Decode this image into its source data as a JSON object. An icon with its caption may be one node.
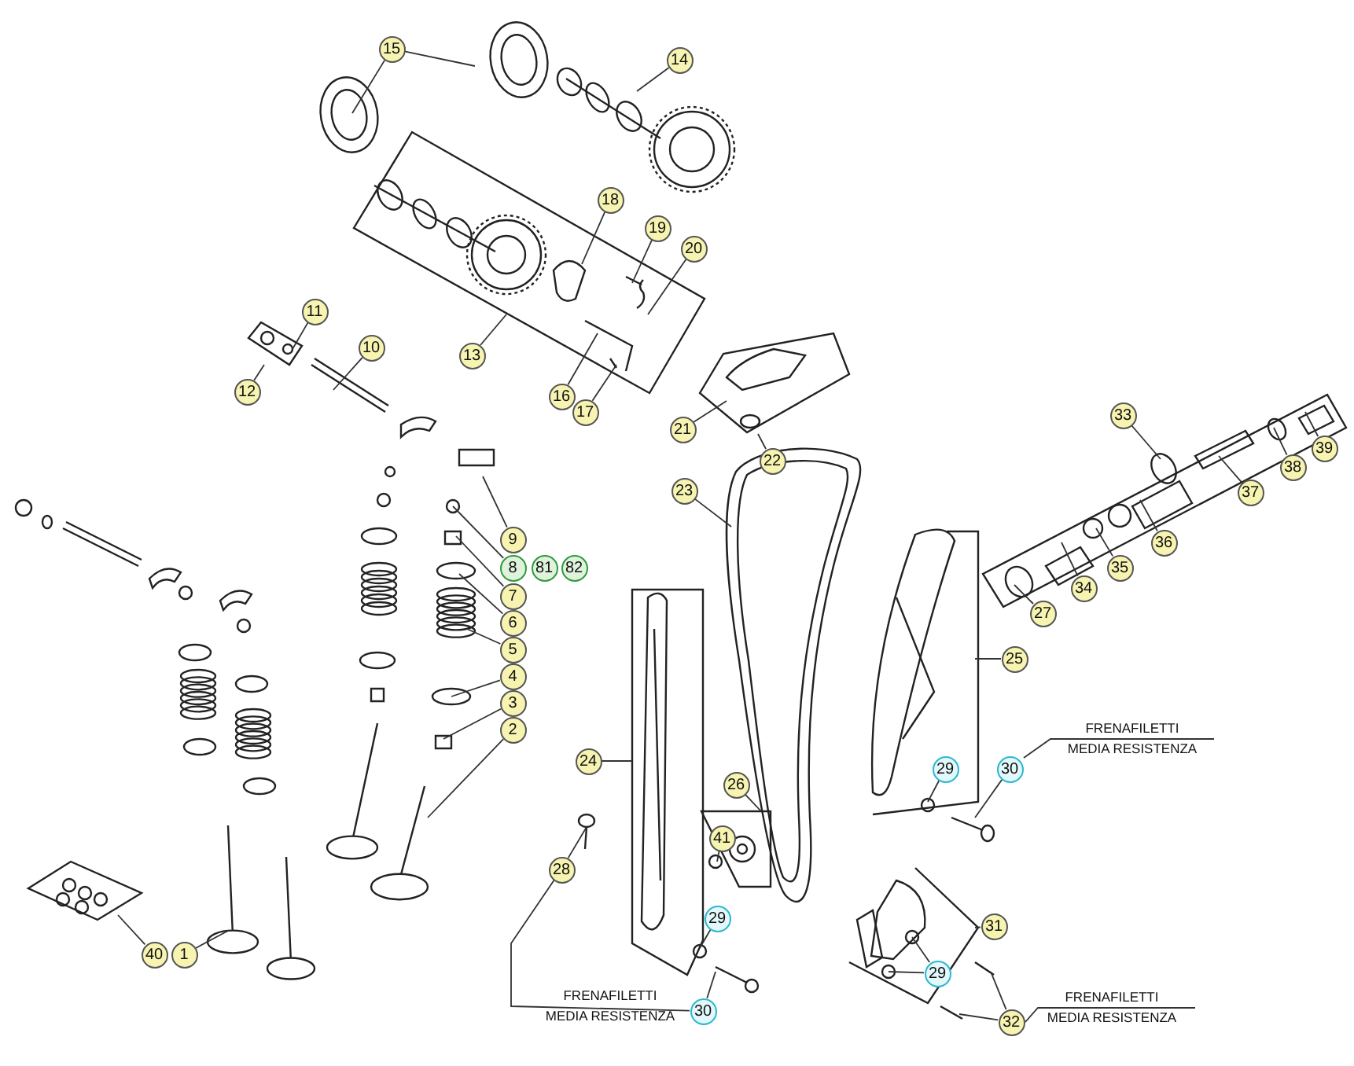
{
  "diagram": {
    "nodes": [
      {
        "text": [
          "15"
        ]
      },
      {
        "text": [
          "14"
        ]
      },
      {
        "text": [
          "18"
        ]
      },
      {
        "text": [
          "19"
        ]
      },
      {
        "text": [
          "20"
        ]
      },
      {
        "text": [
          "11"
        ]
      },
      {
        "text": [
          "10"
        ]
      },
      {
        "text": [
          "13"
        ]
      },
      {
        "text": [
          "12"
        ]
      },
      {
        "text": [
          "16"
        ]
      },
      {
        "text": [
          "17"
        ]
      },
      {
        "text": [
          "33"
        ]
      },
      {
        "text": [
          "21"
        ]
      },
      {
        "text": [
          "39"
        ]
      },
      {
        "text": [
          "22"
        ]
      },
      {
        "text": [
          "38"
        ]
      },
      {
        "text": [
          "23"
        ]
      },
      {
        "text": [
          "37"
        ]
      },
      {
        "text": [
          "9"
        ]
      },
      {
        "text": [
          "36"
        ]
      },
      {
        "text": [
          "8"
        ]
      },
      {
        "text": [
          "35"
        ]
      },
      {
        "text": [
          "34"
        ]
      },
      {
        "text": [
          "7"
        ]
      },
      {
        "text": [
          "27"
        ]
      },
      {
        "text": [
          "6"
        ]
      },
      {
        "text": [
          "5"
        ]
      },
      {
        "text": [
          "25"
        ]
      },
      {
        "text": [
          "4"
        ]
      },
      {
        "text": [
          "3"
        ]
      },
      {
        "text": [
          "2"
        ]
      },
      {
        "text": [
          "24"
        ]
      },
      {
        "text": [
          "29"
        ]
      },
      {
        "text": [
          "30"
        ]
      },
      {
        "text": [
          "26"
        ]
      },
      {
        "text": [
          "41"
        ]
      },
      {
        "text": [
          "28"
        ]
      },
      {
        "text": [
          "29"
        ]
      },
      {
        "text": [
          "31"
        ]
      },
      {
        "text": [
          "40"
        ]
      },
      {
        "text": [
          "1"
        ]
      },
      {
        "text": [
          "29"
        ]
      },
      {
        "text": [
          "30"
        ]
      },
      {
        "text": [
          "32"
        ]
      },
      {
        "text": [
          "81"
        ]
      },
      {
        "text": [
          "82"
        ]
      }
    ],
    "edges": [
      {
        "from": 0,
        "to": null,
        "arrow": "none"
      },
      {
        "from": 0,
        "to": null,
        "arrow": "none"
      },
      {
        "from": 1,
        "to": null,
        "arrow": "none"
      },
      {
        "from": 2,
        "to": null,
        "arrow": "none"
      },
      {
        "from": 3,
        "to": null,
        "arrow": "none"
      },
      {
        "from": 4,
        "to": null,
        "arrow": "none"
      },
      {
        "from": 5,
        "to": null,
        "arrow": "none"
      },
      {
        "from": 6,
        "to": null,
        "arrow": "none"
      },
      {
        "from": 7,
        "to": null,
        "arrow": "none"
      },
      {
        "from": 8,
        "to": null,
        "arrow": "none"
      },
      {
        "from": 9,
        "to": null,
        "arrow": "none"
      },
      {
        "from": 10,
        "to": null,
        "arrow": "none"
      },
      {
        "from": 11,
        "to": null,
        "arrow": "none"
      },
      {
        "from": 12,
        "to": null,
        "arrow": "none"
      },
      {
        "from": 13,
        "to": null,
        "arrow": "none"
      },
      {
        "from": 14,
        "to": null,
        "arrow": "none"
      },
      {
        "from": 15,
        "to": null,
        "arrow": "none"
      },
      {
        "from": 16,
        "to": null,
        "arrow": "none"
      },
      {
        "from": 17,
        "to": null,
        "arrow": "none"
      },
      {
        "from": 18,
        "to": null,
        "arrow": "none"
      },
      {
        "from": 19,
        "to": null,
        "arrow": "none"
      },
      {
        "from": 20,
        "to": null,
        "arrow": "none"
      },
      {
        "from": 21,
        "to": null,
        "arrow": "none"
      },
      {
        "from": 22,
        "to": null,
        "arrow": "none"
      },
      {
        "from": 23,
        "to": null,
        "arrow": "none"
      },
      {
        "from": 24,
        "to": null,
        "arrow": "none"
      },
      {
        "from": 25,
        "to": null,
        "arrow": "none"
      },
      {
        "from": 26,
        "to": null,
        "arrow": "none"
      },
      {
        "from": 27,
        "to": null,
        "arrow": "none"
      },
      {
        "from": 28,
        "to": null,
        "arrow": "none"
      },
      {
        "from": 29,
        "to": null,
        "arrow": "none"
      },
      {
        "from": 30,
        "to": null,
        "arrow": "none"
      },
      {
        "from": 31,
        "to": null,
        "arrow": "none"
      },
      {
        "from": 32,
        "to": null,
        "arrow": "none"
      },
      {
        "from": 33,
        "to": null,
        "arrow": "none"
      },
      {
        "from": 34,
        "to": null,
        "arrow": "none"
      },
      {
        "from": 35,
        "to": null,
        "arrow": "none"
      },
      {
        "from": 36,
        "to": null,
        "arrow": "none"
      },
      {
        "from": 36,
        "to": 42,
        "arrow": "none"
      },
      {
        "from": 37,
        "to": null,
        "arrow": "none"
      },
      {
        "from": 38,
        "to": null,
        "arrow": "none"
      },
      {
        "from": 39,
        "to": null,
        "arrow": "none"
      },
      {
        "from": 40,
        "to": null,
        "arrow": "none"
      },
      {
        "from": 41,
        "to": null,
        "arrow": "none"
      },
      {
        "from": 41,
        "to": null,
        "arrow": "none"
      },
      {
        "from": 42,
        "to": null,
        "arrow": "none"
      },
      {
        "from": 43,
        "to": null,
        "arrow": "none"
      },
      {
        "from": 43,
        "to": null,
        "arrow": "none"
      }
    ],
    "labels": [
      "FRENAFILETTI MEDIA RESISTENZA",
      "FRENAFILETTI MEDIA RESISTENZA",
      "FRENAFILETTI MEDIA RESISTENZA"
    ]
  }
}
